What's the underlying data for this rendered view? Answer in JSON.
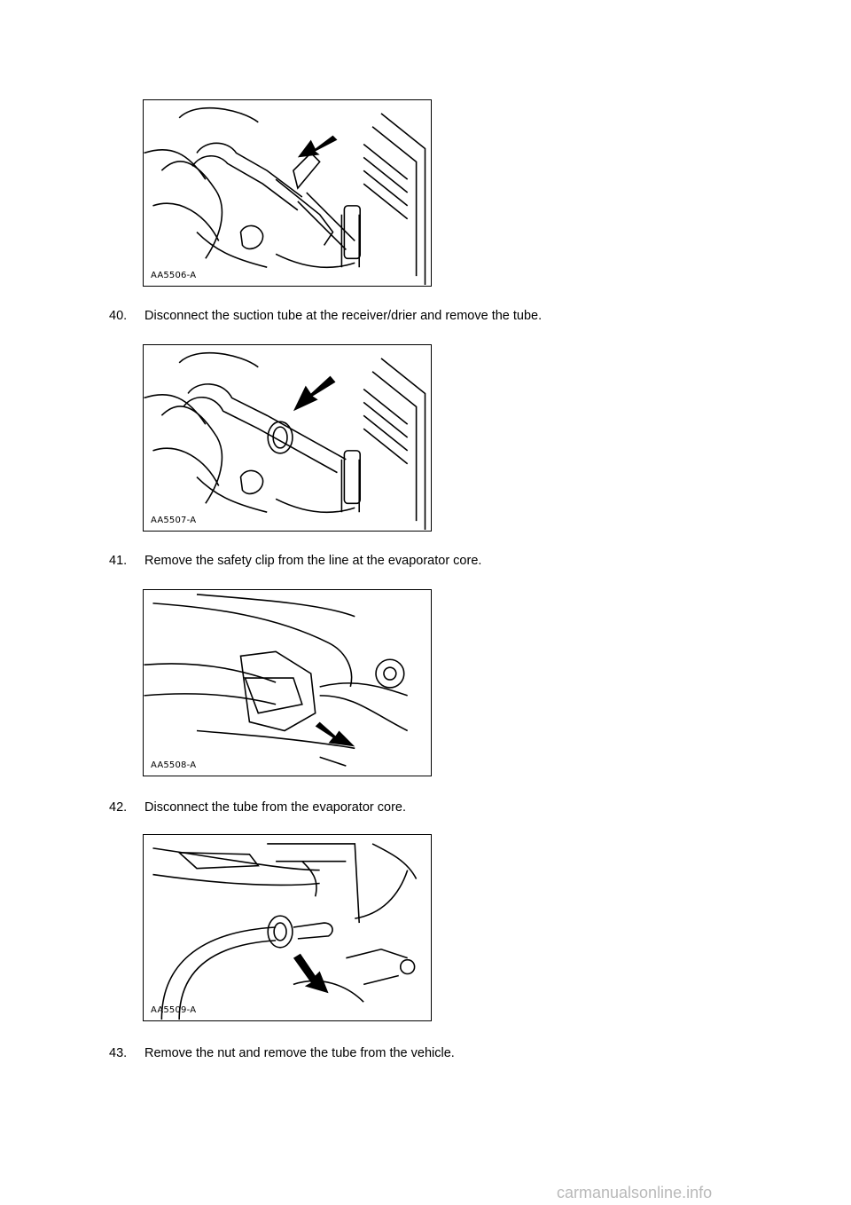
{
  "figures": [
    {
      "code": "AA5506-A"
    },
    {
      "code": "AA5507-A"
    },
    {
      "code": "AA5508-A"
    },
    {
      "code": "AA5509-A"
    }
  ],
  "steps": [
    {
      "number": "40.",
      "text": "Disconnect the suction tube at the receiver/drier and remove the tube."
    },
    {
      "number": "41.",
      "text": "Remove the safety clip from the line at the evaporator core."
    },
    {
      "number": "42.",
      "text": "Disconnect the tube from the evaporator core."
    },
    {
      "number": "43.",
      "text": "Remove the nut and remove the tube from the vehicle."
    }
  ],
  "watermark": "carmanualsonline.info"
}
